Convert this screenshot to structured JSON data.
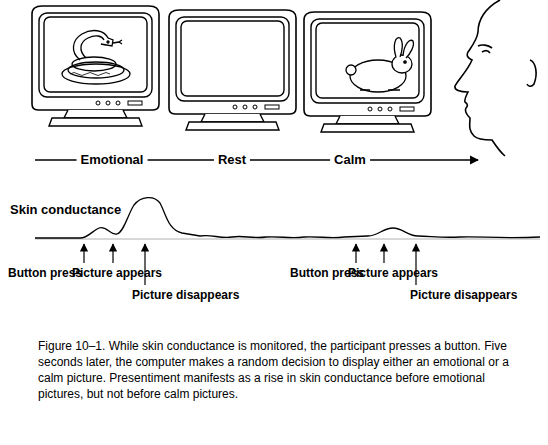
{
  "diagram": {
    "caption": "Figure 10–1. While skin conductance is monitored, the participant presses a button. Five seconds later, the computer makes a random decision to display either an emotional or a calm picture. Presentiment manifests as a rise in skin conductance before emotional pictures, but not before calm pictures.",
    "labels": [
      "Emotional",
      "Rest",
      "Calm",
      "Skin conductance",
      "Button press",
      "Picture appears",
      "Picture disappears",
      "Button press",
      "Picture appears",
      "Picture disappears"
    ]
  }
}
